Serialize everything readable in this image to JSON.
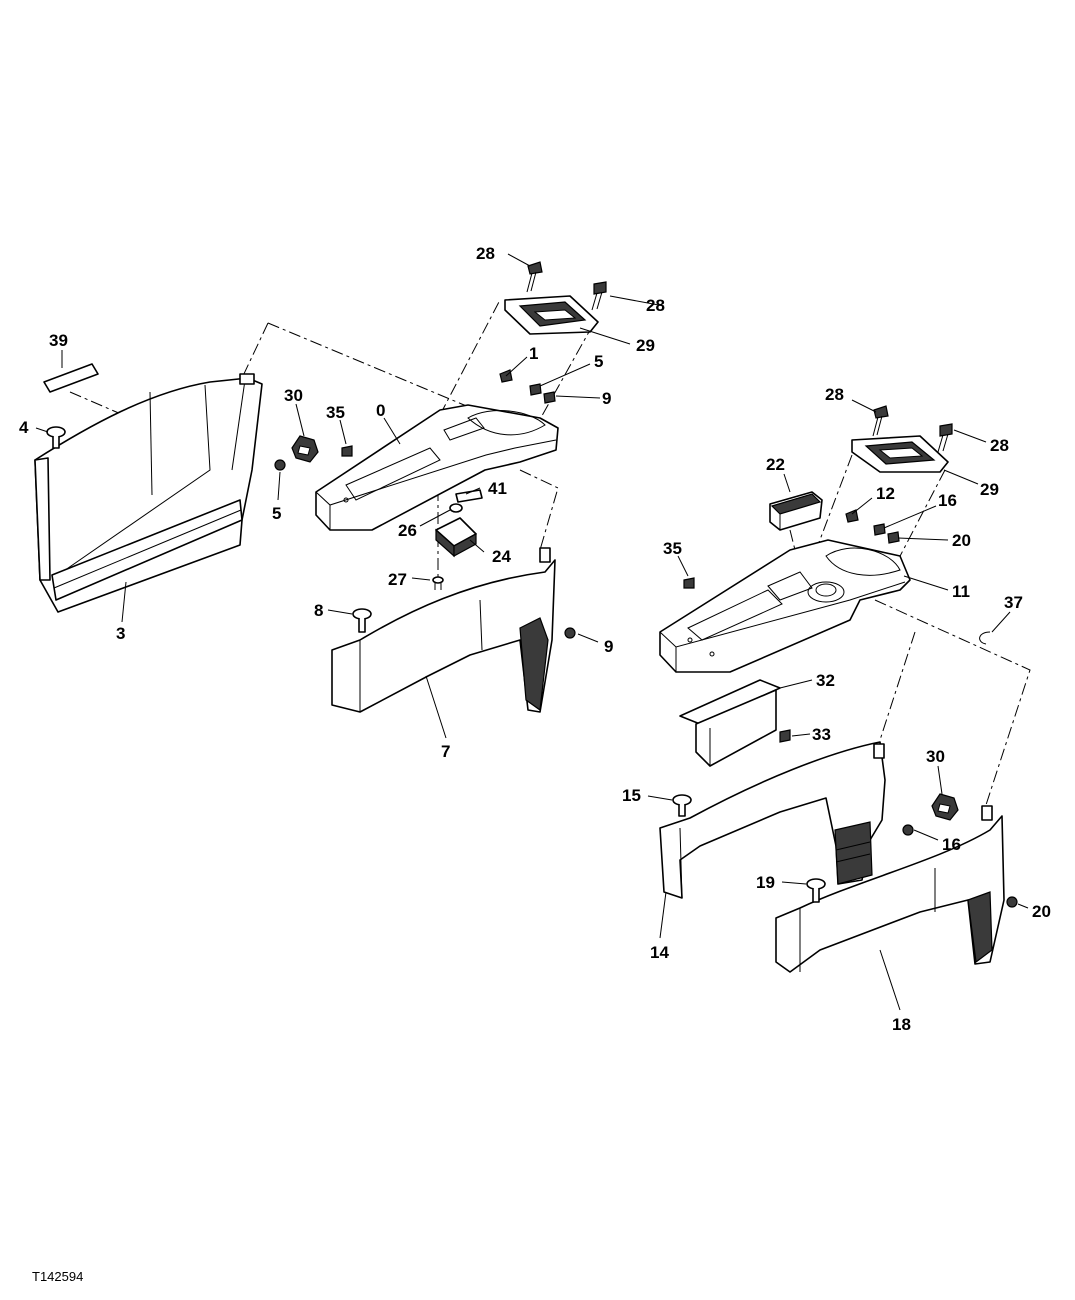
{
  "figure_id": "T142594",
  "callouts": [
    {
      "key": "c28a",
      "text": "28"
    },
    {
      "key": "c28b",
      "text": "28"
    },
    {
      "key": "c29a",
      "text": "29"
    },
    {
      "key": "c1",
      "text": "1"
    },
    {
      "key": "c5a",
      "text": "5"
    },
    {
      "key": "c9a",
      "text": "9"
    },
    {
      "key": "c39",
      "text": "39"
    },
    {
      "key": "c30a",
      "text": "30"
    },
    {
      "key": "c35a",
      "text": "35"
    },
    {
      "key": "c0",
      "text": "0"
    },
    {
      "key": "c4",
      "text": "4"
    },
    {
      "key": "c5b",
      "text": "5"
    },
    {
      "key": "c41",
      "text": "41"
    },
    {
      "key": "c26",
      "text": "26"
    },
    {
      "key": "c24",
      "text": "24"
    },
    {
      "key": "c27",
      "text": "27"
    },
    {
      "key": "c3",
      "text": "3"
    },
    {
      "key": "c8",
      "text": "8"
    },
    {
      "key": "c9b",
      "text": "9"
    },
    {
      "key": "c7",
      "text": "7"
    },
    {
      "key": "c28c",
      "text": "28"
    },
    {
      "key": "c28d",
      "text": "28"
    },
    {
      "key": "c29b",
      "text": "29"
    },
    {
      "key": "c22",
      "text": "22"
    },
    {
      "key": "c12",
      "text": "12"
    },
    {
      "key": "c16a",
      "text": "16"
    },
    {
      "key": "c20a",
      "text": "20"
    },
    {
      "key": "c35b",
      "text": "35"
    },
    {
      "key": "c11",
      "text": "11"
    },
    {
      "key": "c37",
      "text": "37"
    },
    {
      "key": "c32",
      "text": "32"
    },
    {
      "key": "c33",
      "text": "33"
    },
    {
      "key": "c30b",
      "text": "30"
    },
    {
      "key": "c15",
      "text": "15"
    },
    {
      "key": "c16b",
      "text": "16"
    },
    {
      "key": "c19",
      "text": "19"
    },
    {
      "key": "c20b",
      "text": "20"
    },
    {
      "key": "c14",
      "text": "14"
    },
    {
      "key": "c18",
      "text": "18"
    }
  ]
}
